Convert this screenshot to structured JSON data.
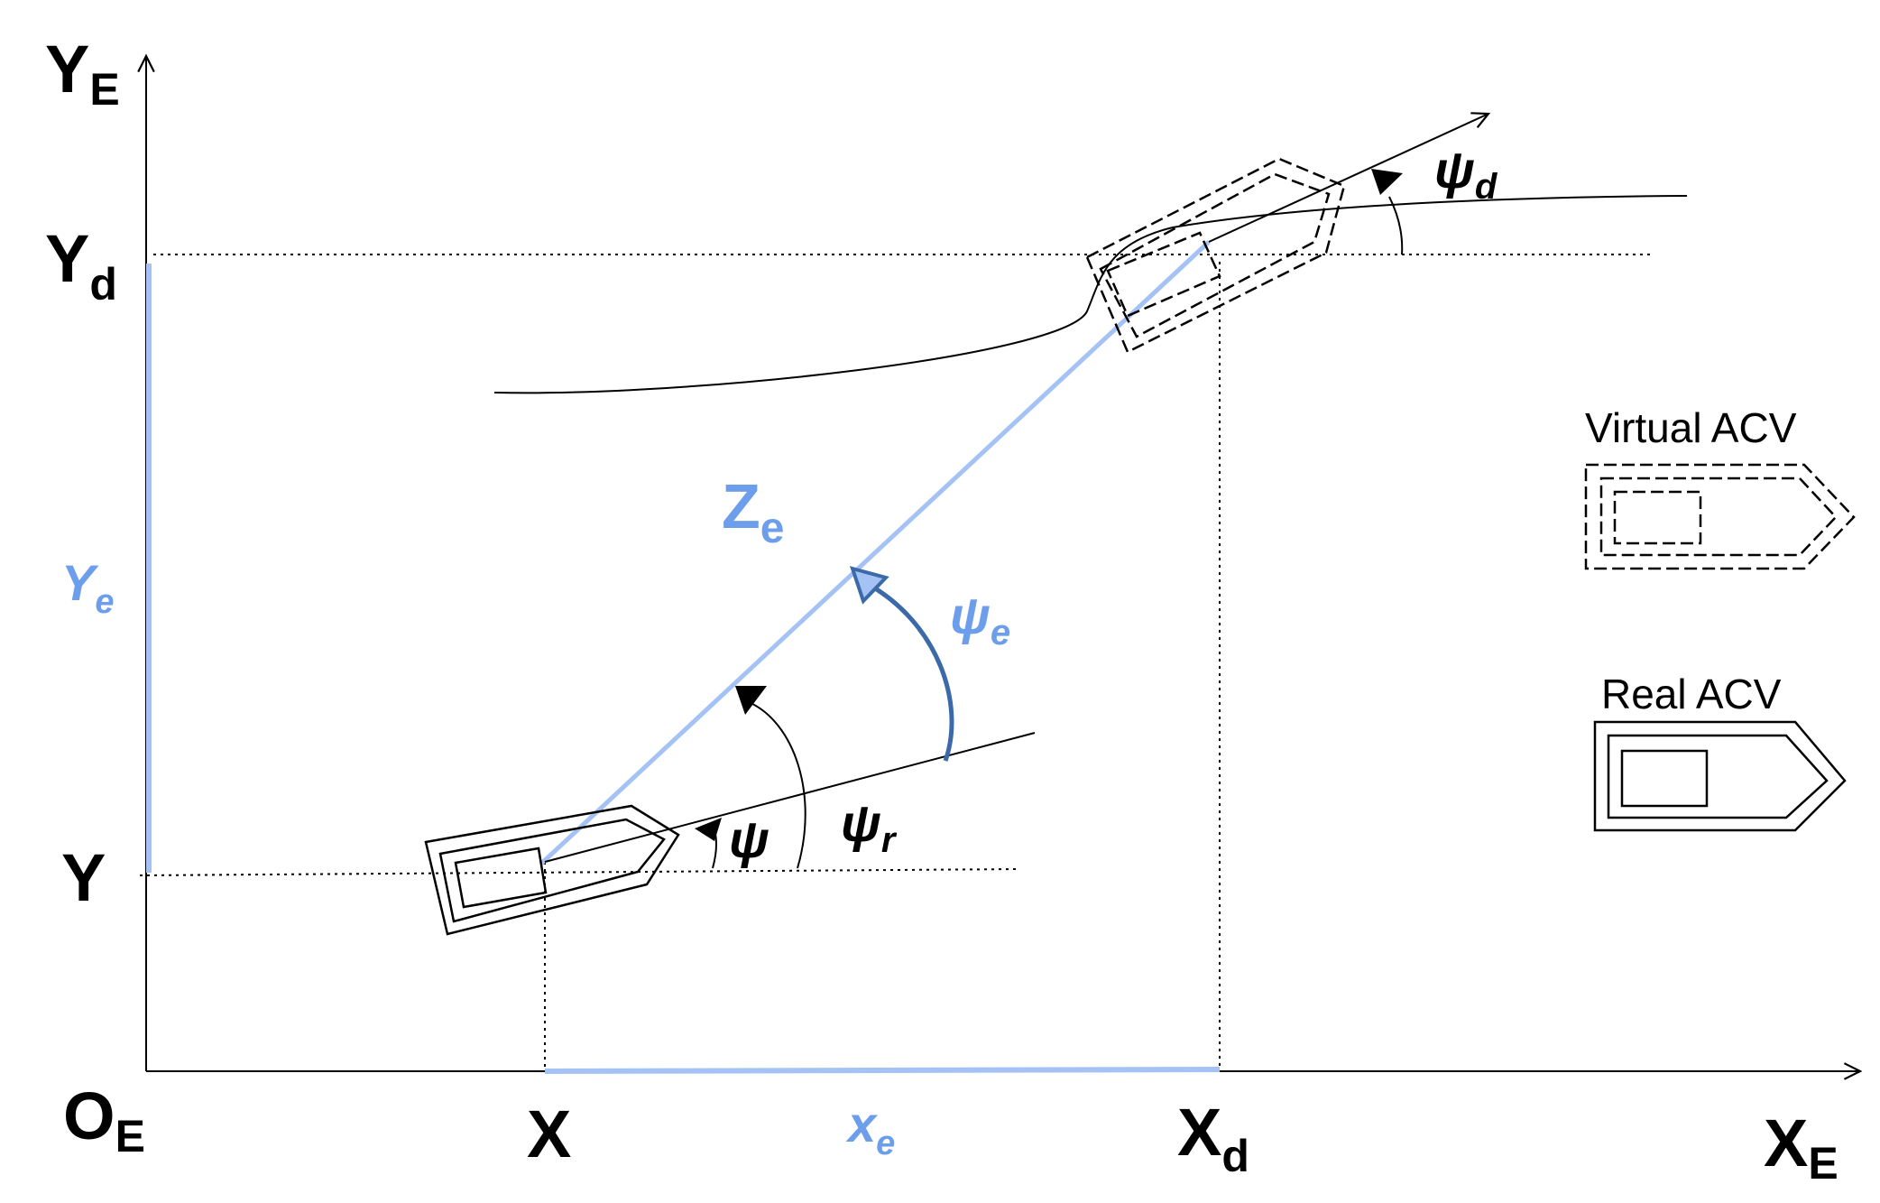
{
  "labels": {
    "y_axis": "Y",
    "y_axis_sub": "E",
    "x_axis": "X",
    "x_axis_sub": "E",
    "origin": "O",
    "origin_sub": "E",
    "yd": "Y",
    "yd_sub": "d",
    "y": "Y",
    "x": "X",
    "xd": "X",
    "xd_sub": "d",
    "ye_err": "Y",
    "ye_err_sub": "e",
    "xe_err": "x",
    "xe_err_sub": "e",
    "ze": "Z",
    "ze_sub": "e",
    "psi": "ψ",
    "psi_r": "ψ",
    "psi_r_sub": "r",
    "psi_e": "ψ",
    "psi_e_sub": "e",
    "psi_d": "ψ",
    "psi_d_sub": "d"
  },
  "legend": {
    "virtual": "Virtual ACV",
    "real": "Real ACV"
  },
  "colors": {
    "ink": "#000000",
    "error_light": "#a4c2f4",
    "error_label": "#6d9eeb",
    "psi_e_arc": "#3c6aa8"
  }
}
